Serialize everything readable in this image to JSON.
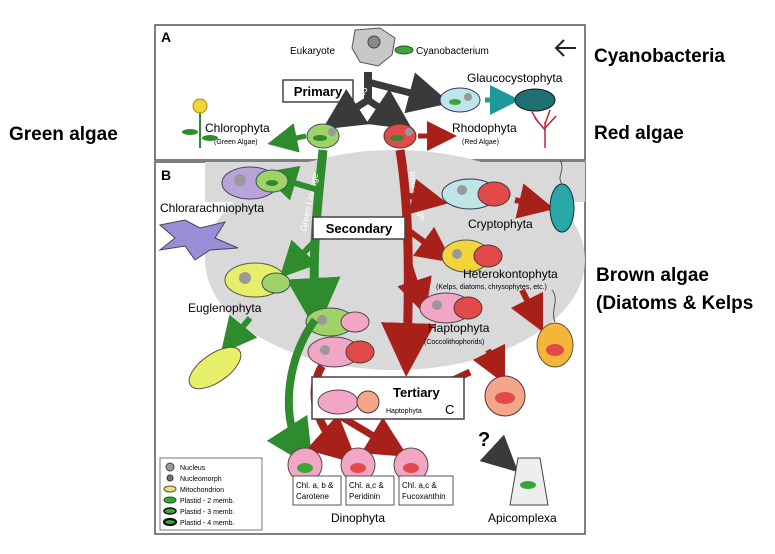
{
  "side_labels": {
    "cyanobacteria": "Cyanobacteria",
    "green_algae": "Green algae",
    "red_algae": "Red algae",
    "brown_algae_1": "Brown algae",
    "brown_algae_2": "(Diatoms & Kelps"
  },
  "panels": {
    "a": "A",
    "b": "B",
    "c": "C"
  },
  "labels": {
    "eukaryote": "Eukaryote",
    "cyanobacterium": "Cyanobacterium",
    "primary": "Primary",
    "question1": "?",
    "glaucocystophyta": "Glaucocystophyta",
    "chlorophyta": "Chlorophyta",
    "chlorophyta_sub": "(Green Algae)",
    "rhodophyta": "Rhodophyta",
    "rhodophyta_sub": "(Red Algae)",
    "chlorarachniophyta": "Chlorarachniophyta",
    "green_lineage": "Green Lineage",
    "red_lineage": "Red Lineage",
    "secondary": "Secondary",
    "cryptophyta": "Cryptophyta",
    "heterokontophyta": "Heterokontophyta",
    "heterokontophyta_sub": "(Kelps, diatoms, chrysophytes, etc.)",
    "euglenophyta": "Euglenophyta",
    "haptophyta": "Haptophyta",
    "haptophyta_sub": "(Coccolithophorids)",
    "tertiary": "Tertiary",
    "haptophyta_small": "Haptophyta",
    "question2": "?",
    "dino_1a": "Chl. a, b &",
    "dino_1b": "Carotene",
    "dino_2a": "Chl. a,c &",
    "dino_2b": "Peridinin",
    "dino_3a": "Chl. a,c &",
    "dino_3b": "Fucoxanthin",
    "dinophyta": "Dinophyta",
    "apicomplexa": "Apicomplexa"
  },
  "legend": [
    {
      "label": "Nucleus",
      "icon": "nucleus-icon"
    },
    {
      "label": "Nucleomorph",
      "icon": "nucleomorph-icon"
    },
    {
      "label": "Mitochondrion",
      "icon": "mitochondrion-icon"
    },
    {
      "label": "Plastid - 2 memb.",
      "icon": "plastid-2-icon"
    },
    {
      "label": "Plastid - 3 memb.",
      "icon": "plastid-3-icon"
    },
    {
      "label": "Plastid - 4 memb.",
      "icon": "plastid-4-icon"
    }
  ],
  "colors": {
    "green_arrow": "#2e8b2e",
    "red_arrow": "#a8201a",
    "dark_arrow": "#3a3a3a",
    "teal_arrow": "#1f9a9a",
    "secondary_bg": "#d9d9d9",
    "plastid": "#3aa63a",
    "mito": "#e8e070"
  }
}
